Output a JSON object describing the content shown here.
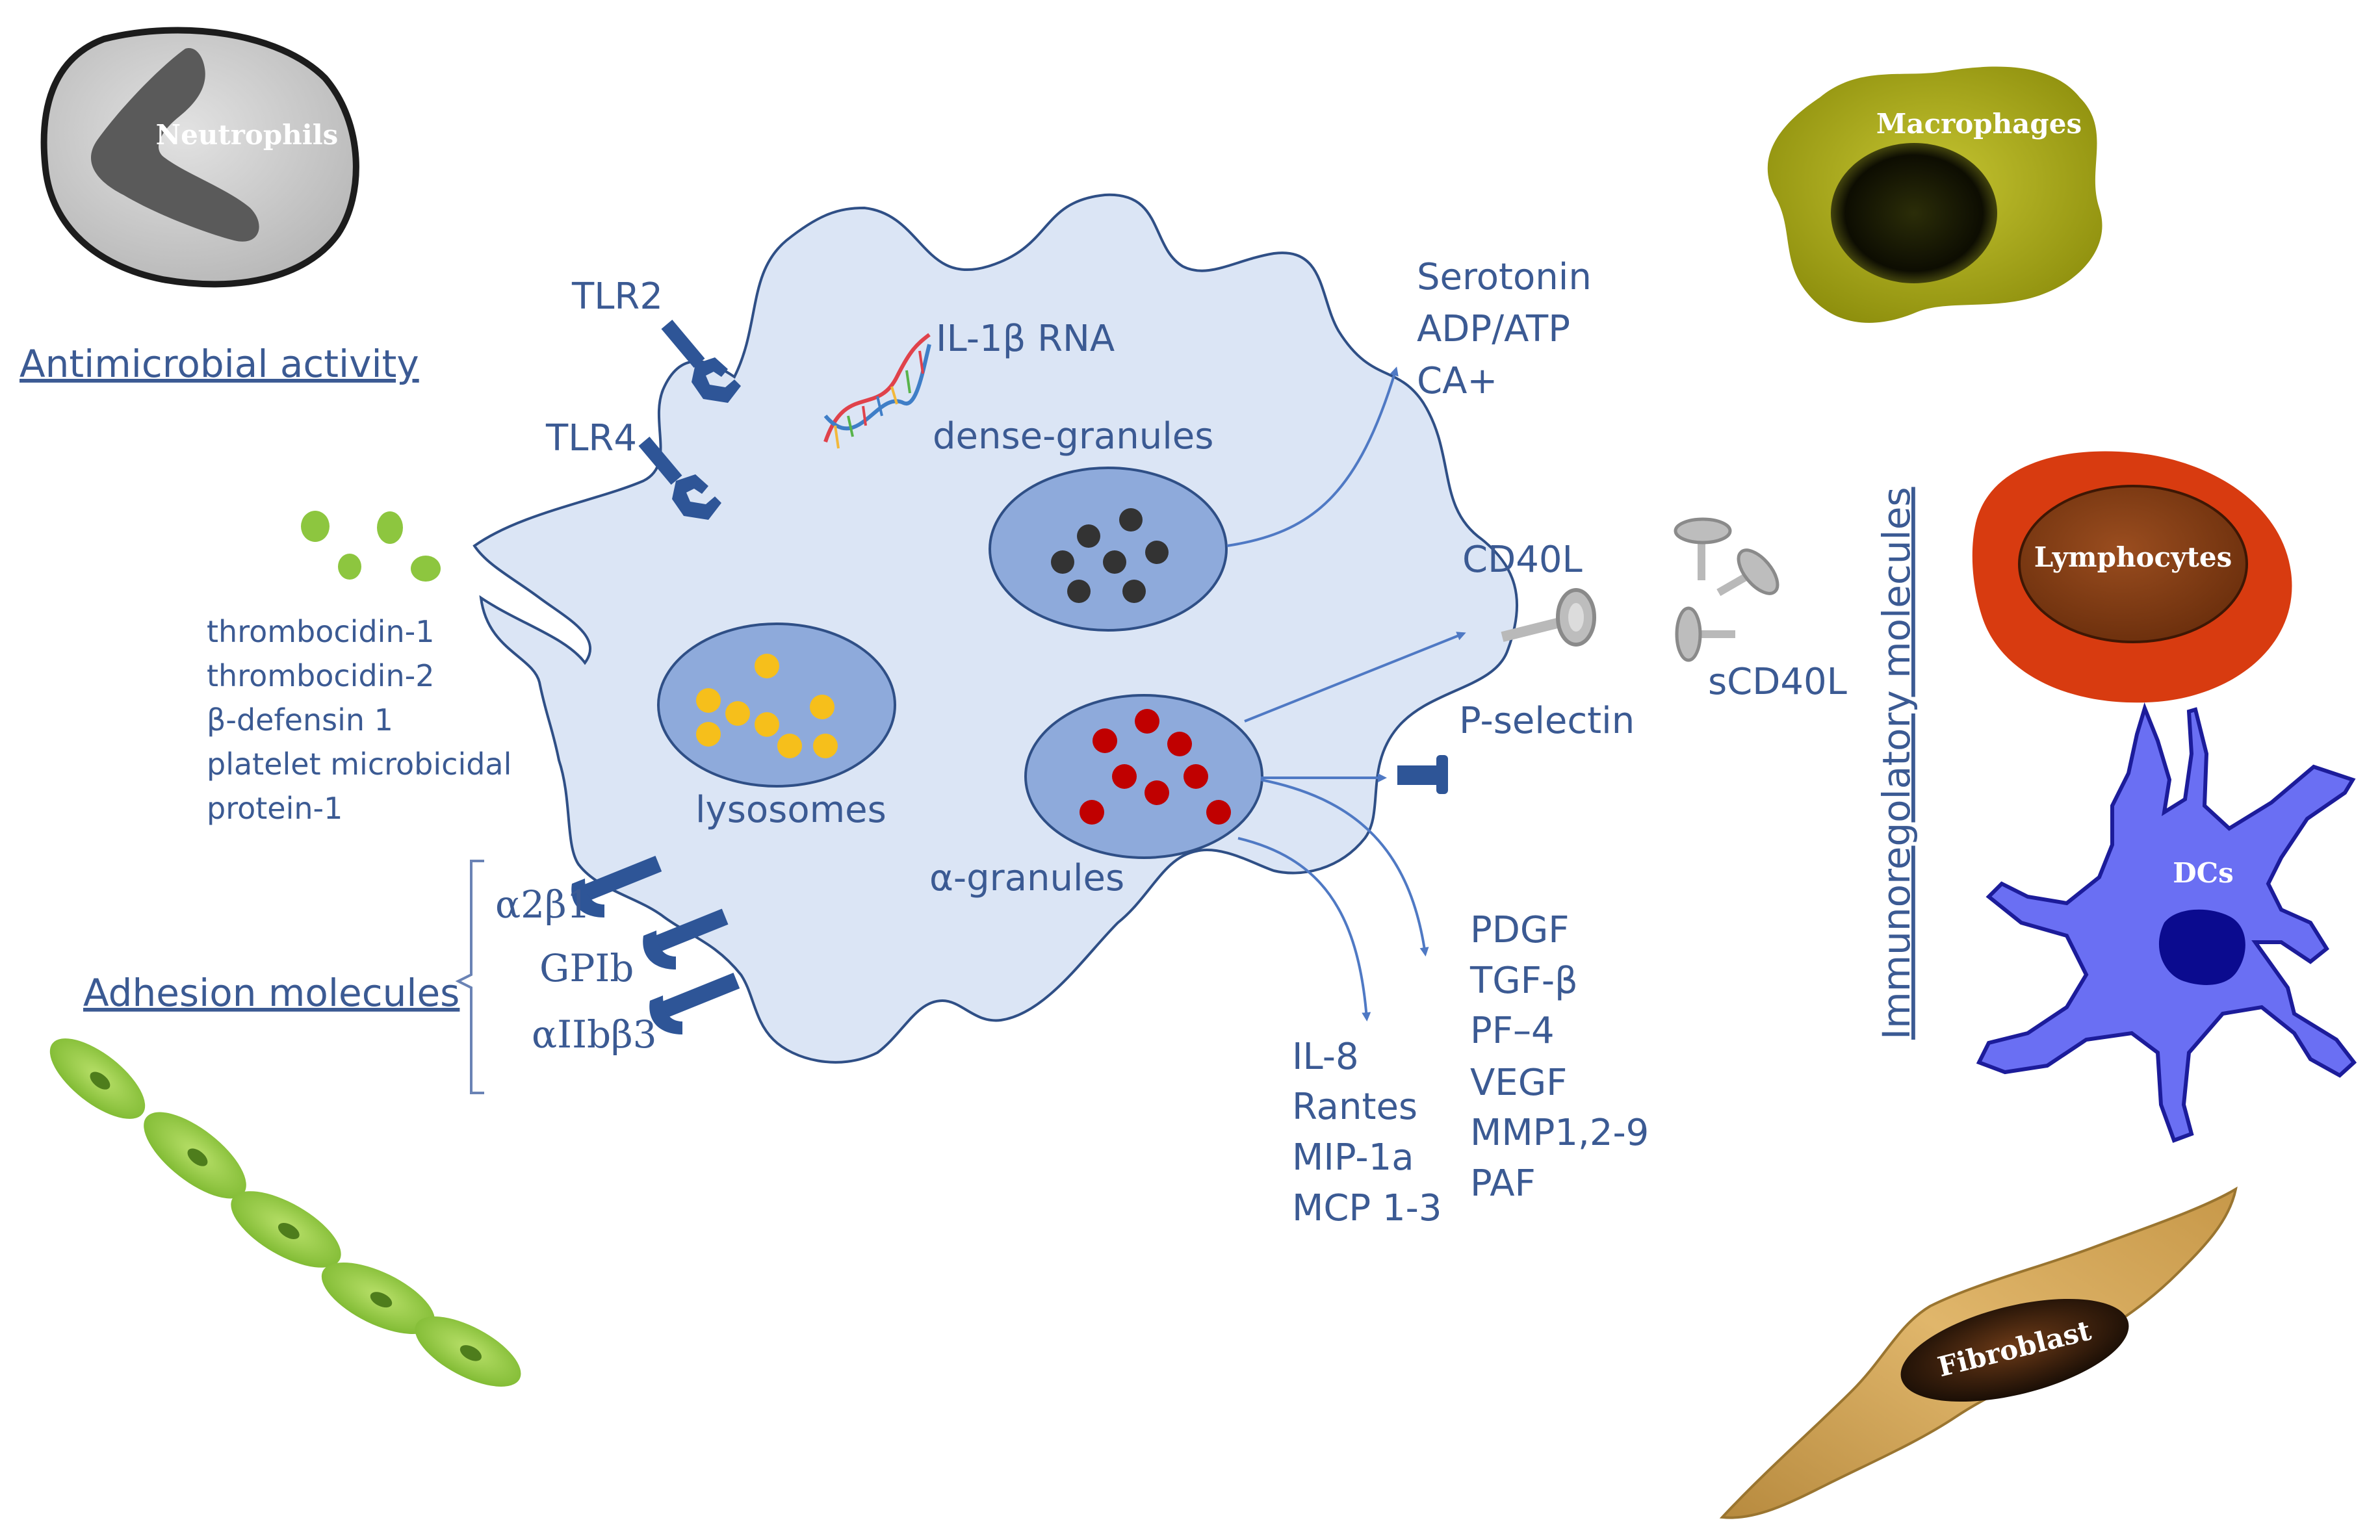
{
  "colors": {
    "label": "#3b5a93",
    "platelet_fill": "#dbe5f5",
    "platelet_stroke": "#2f4f86",
    "granule_fill": "#8eaadb",
    "receptor": "#2e5597",
    "arrow": "#4f79c4"
  },
  "cells": {
    "neutrophils": "Neutrophils",
    "macrophages": "Macrophages",
    "lymphocytes": "Lymphocytes",
    "dcs": "DCs",
    "fibroblast": "Fibroblast"
  },
  "headings": {
    "antimicrobial": "Antimicrobial activity",
    "adhesion": "Adhesion molecules",
    "immunoregulatory": "Immunoregolatory molecules"
  },
  "receptors": {
    "tlr2": "TLR2",
    "tlr4": "TLR4",
    "a2b1": "α2β1",
    "gpib": "GPIb",
    "aiibb3": "αIIbβ3"
  },
  "platelet": {
    "il1b_rna": "IL-1β RNA",
    "dense_granules": "dense-granules",
    "lysosomes": "lysosomes",
    "alpha_granules": "α-granules"
  },
  "antimicrobial_peptides": [
    "thrombocidin-1",
    "thrombocidin-2",
    "β-defensin 1",
    "platelet microbicidal",
    "protein-1"
  ],
  "dense_contents": [
    "Serotonin",
    "ADP/ATP",
    "CA+"
  ],
  "surface": {
    "cd40l": "CD40L",
    "scd40l": "sCD40L",
    "pselectin": "P-selectin"
  },
  "chemokines": [
    "IL-8",
    "Rantes",
    "MIP-1a",
    "MCP 1-3"
  ],
  "growth_factors": [
    "PDGF",
    "TGF-β",
    "PF–4",
    "VEGF",
    "MMP1,2-9",
    "PAF"
  ]
}
